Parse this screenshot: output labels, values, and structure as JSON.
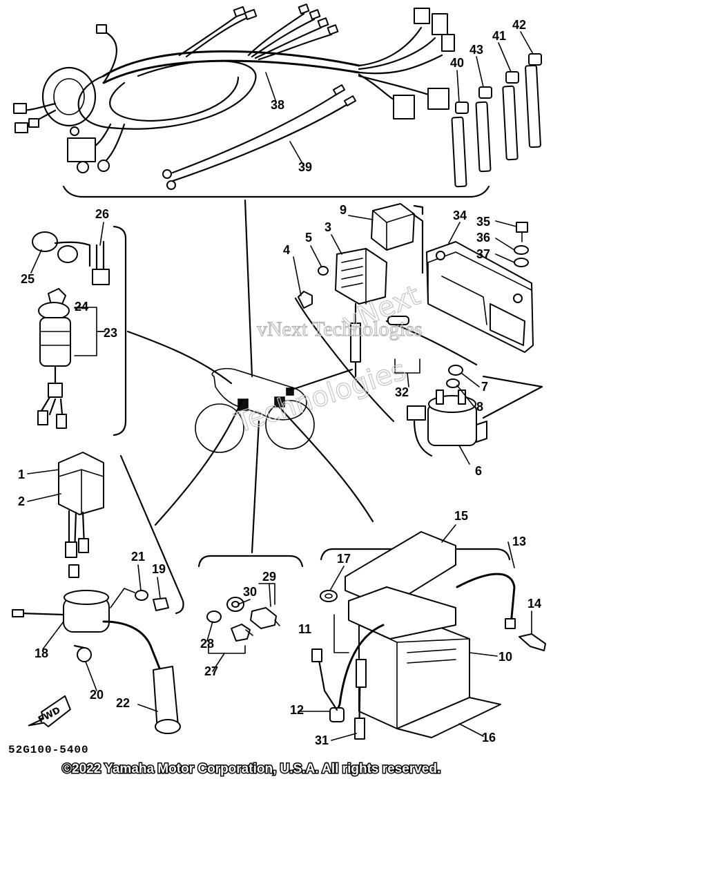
{
  "diagram_code": "52G100-5400",
  "copyright": "©2022 Yamaha Motor Corporation, U.S.A. All rights reserved.",
  "watermark": {
    "line1": "vNext Technologies",
    "line2": "vNext",
    "line3": "Technologies"
  },
  "fwd_label": "FWD",
  "callouts": {
    "c1": "1",
    "c2": "2",
    "c3": "3",
    "c4": "4",
    "c5": "5",
    "c6": "6",
    "c7": "7",
    "c8": "8",
    "c9": "9",
    "c10": "10",
    "c11": "11",
    "c12": "12",
    "c13": "13",
    "c14": "14",
    "c15": "15",
    "c16": "16",
    "c17": "17",
    "c18": "18",
    "c19": "19",
    "c20": "20",
    "c21": "21",
    "c22": "22",
    "c23": "23",
    "c24": "24",
    "c25": "25",
    "c26": "26",
    "c27": "27",
    "c28": "28",
    "c29": "29",
    "c30": "30",
    "c31": "31",
    "c32": "32",
    "c34": "34",
    "c35": "35",
    "c36": "36",
    "c37": "37",
    "c38": "38",
    "c39": "39",
    "c40": "40",
    "c41": "41",
    "c42": "42",
    "c43": "43"
  }
}
